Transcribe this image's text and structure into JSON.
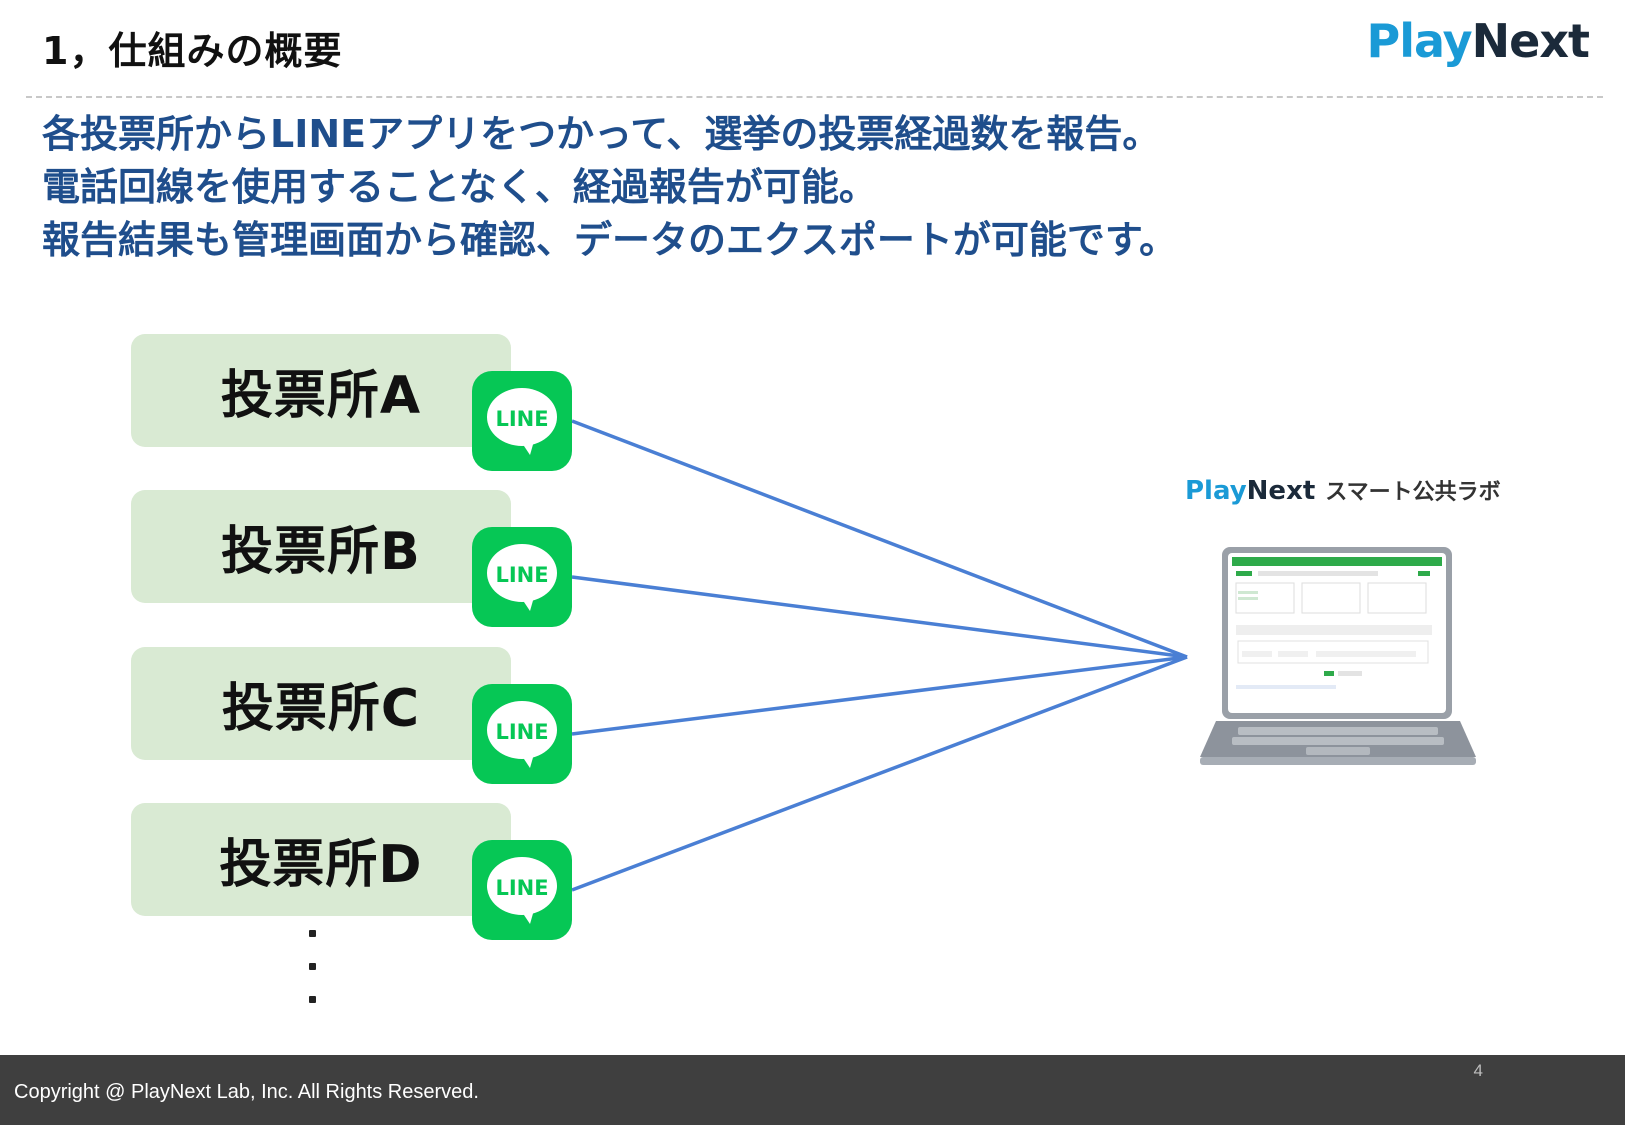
{
  "header": {
    "title": "1，仕組みの概要",
    "logo": {
      "part1": "Play",
      "part2": "Next"
    }
  },
  "lead": {
    "lines": [
      "各投票所からLINEアプリをつかって、選挙の投票経過数を報告。",
      "電話回線を使用することなく、経過報告が可能。",
      "報告結果も管理画面から確認、データのエクスポートが可能です。"
    ]
  },
  "stations": [
    {
      "label": "投票所A",
      "badge": "LINE"
    },
    {
      "label": "投票所B",
      "badge": "LINE"
    },
    {
      "label": "投票所C",
      "badge": "LINE"
    },
    {
      "label": "投票所D",
      "badge": "LINE"
    }
  ],
  "system": {
    "brand1": "Play",
    "brand2": "Next",
    "name": "スマート公共ラボ"
  },
  "footer": {
    "copyright": "Copyright @ PlayNext Lab, Inc. All Rights Reserved.",
    "page": "4"
  },
  "colors": {
    "accent_text": "#1f4e8c",
    "station_bg": "#d9ead3",
    "line_green": "#06c755",
    "connector": "#4a7fd4",
    "brand_blue": "#1a9ad6",
    "footer_bg": "#3f3f3f"
  },
  "icons": [
    "line-app-icon",
    "laptop-icon",
    "playnext-logo"
  ]
}
